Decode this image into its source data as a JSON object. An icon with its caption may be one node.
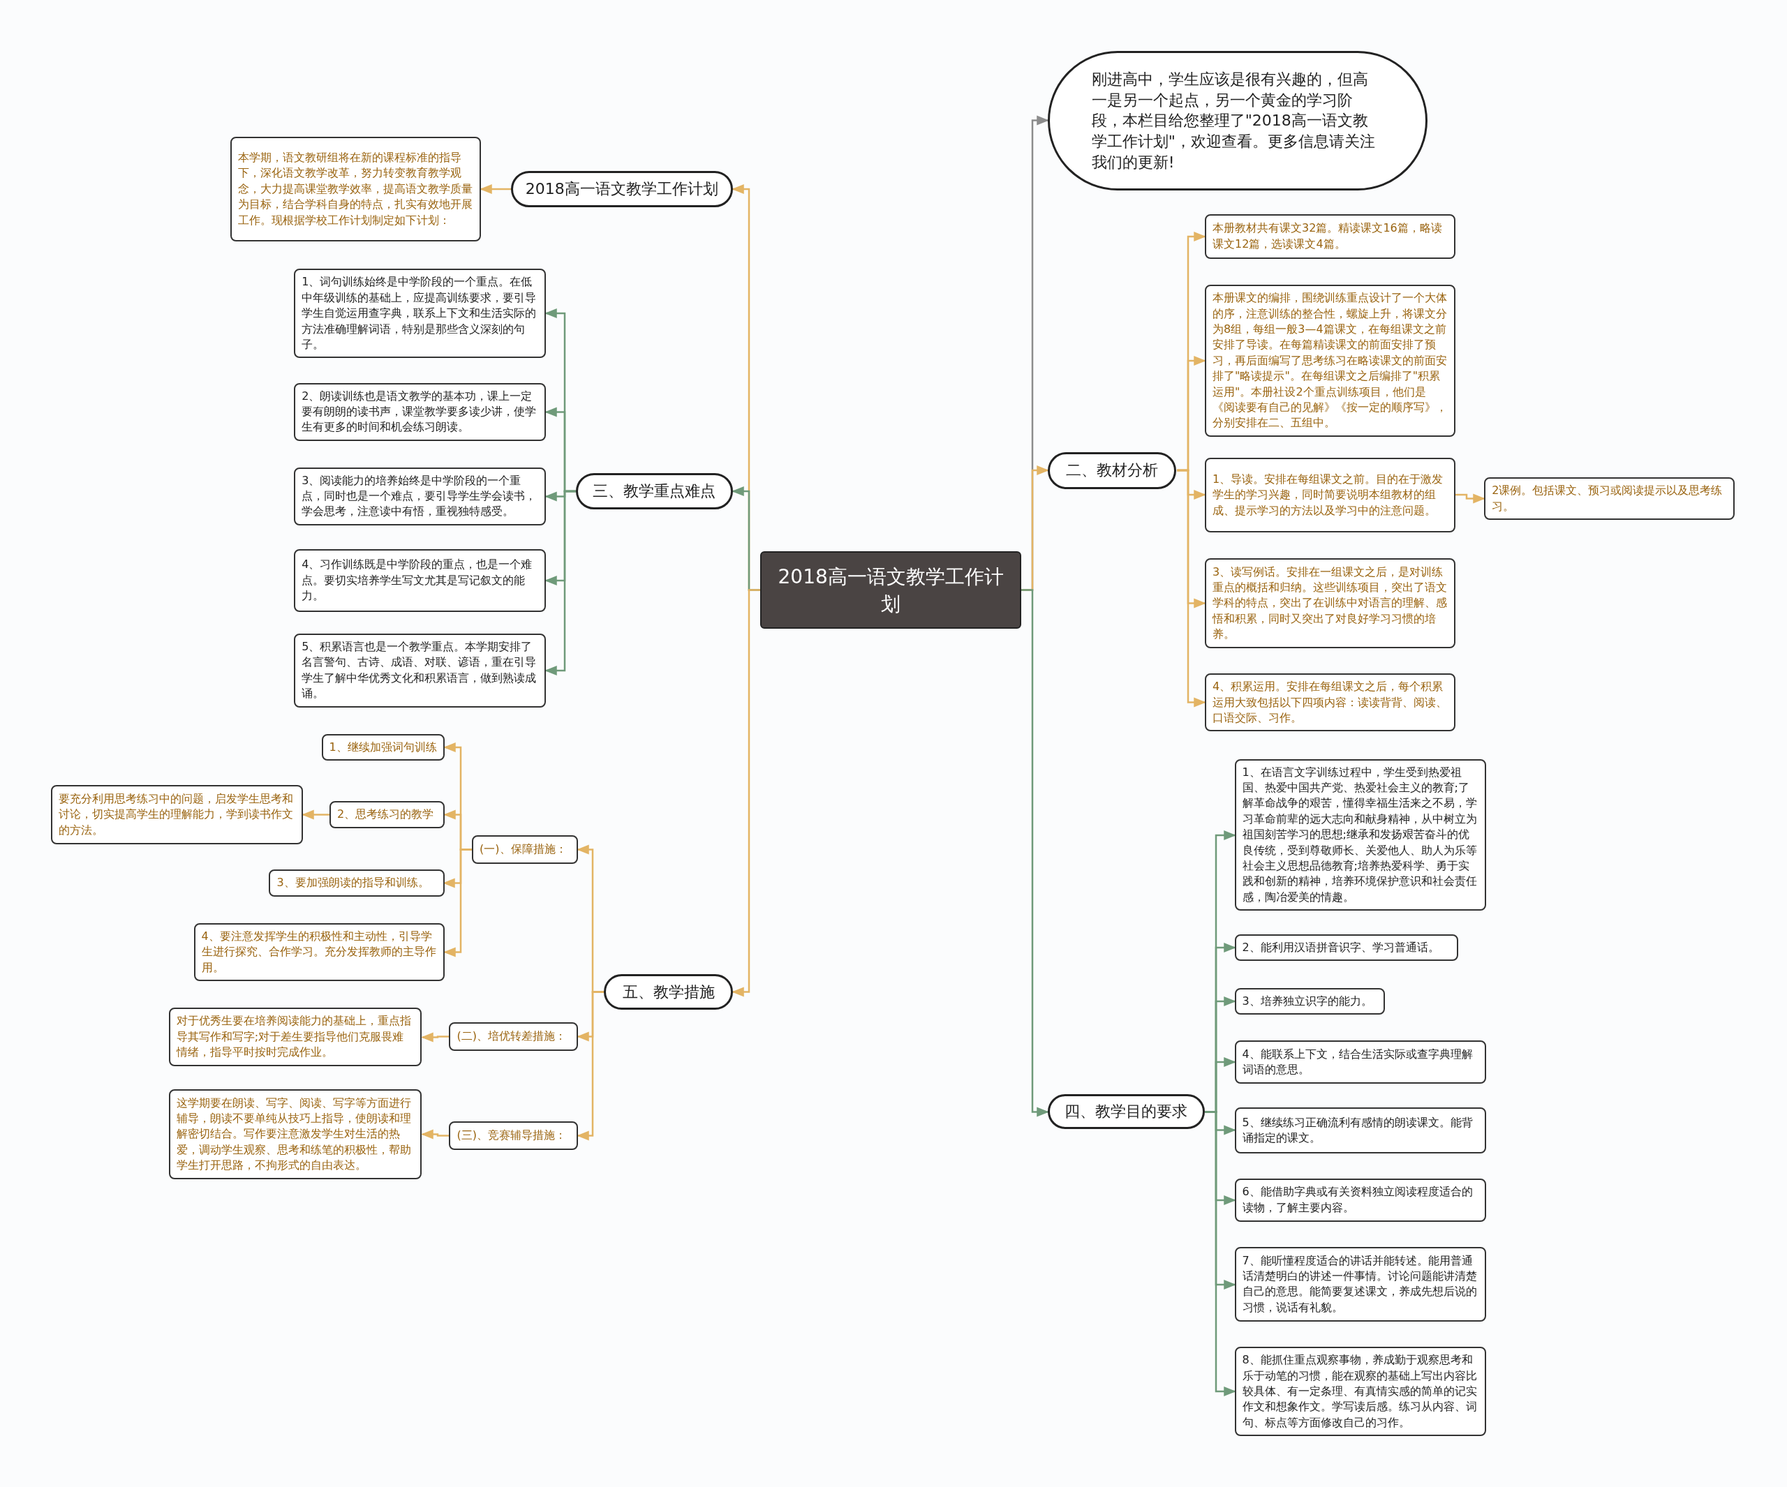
{
  "diagram": {
    "nodes": [
      {
        "text": [
          "2018高一语文教学工作计划"
        ]
      },
      {
        "text": [
          "刚进高中，学生应该是很有兴趣的，但高一是另一个起点，另一个黄金的学习阶段，本栏目给您整理了\"2018高一语文教学工作计划\"，欢迎查看。更多信息请关注我们的更新!"
        ]
      },
      {
        "text": [
          "2018高一语文教学工作计划"
        ]
      },
      {
        "text": [
          "本学期，语文教研组将在新的课程标准的指导下，深化语文教学改革，努力转变教育教学观念，大力提高课堂教学效率，提高语文教学质量为目标，结合学科自身的特点，扎实有效地开展工作。现根据学校工作计划制定如下计划："
        ]
      },
      {
        "text": [
          "三、教学重点难点"
        ]
      },
      {
        "text": [
          "1、词句训练始终是中学阶段的一个重点。在低中年级训练的基础上，应提高训练要求，要引导学生自觉运用查字典，联系上下文和生活实际的方法准确理解词语，特别是那些含义深刻的句子。"
        ]
      },
      {
        "text": [
          "2、朗读训练也是语文教学的基本功，课上一定要有朗朗的读书声，课堂教学要多读少讲，使学生有更多的时间和机会练习朗读。"
        ]
      },
      {
        "text": [
          "3、阅读能力的培养始终是中学阶段的一个重点，同时也是一个难点，要引导学生学会读书，学会思考，注意读中有悟，重视独特感受。"
        ]
      },
      {
        "text": [
          "4、习作训练既是中学阶段的重点，也是一个难点。要切实培养学生写文尤其是写记叙文的能力。"
        ]
      },
      {
        "text": [
          "5、积累语言也是一个教学重点。本学期安排了名言警句、古诗、成语、对联、谚语，重在引导学生了解中华优秀文化和积累语言，做到熟读成诵。"
        ]
      },
      {
        "text": [
          "五、教学措施"
        ]
      },
      {
        "text": [
          "(一)、保障措施："
        ]
      },
      {
        "text": [
          "1、继续加强词句训练"
        ]
      },
      {
        "text": [
          "2、思考练习的教学"
        ]
      },
      {
        "text": [
          "要充分利用思考练习中的问题，启发学生思考和讨论，切实提高学生的理解能力，学到读书作文的方法。"
        ]
      },
      {
        "text": [
          "3、要加强朗读的指导和训练。"
        ]
      },
      {
        "text": [
          "4、要注意发挥学生的积极性和主动性，引导学生进行探究、合作学习。充分发挥教师的主导作用。"
        ]
      },
      {
        "text": [
          "(二)、培优转差措施："
        ]
      },
      {
        "text": [
          "对于优秀生要在培养阅读能力的基础上，重点指导其写作和写字;对于差生要指导他们克服畏难情绪，指导平时按时完成作业。"
        ]
      },
      {
        "text": [
          "(三)、竞赛辅导措施："
        ]
      },
      {
        "text": [
          "这学期要在朗读、写字、阅读、写字等方面进行辅导，朗读不要单纯从技巧上指导，使朗读和理解密切结合。写作要注意激发学生对生活的热爱，调动学生观察、思考和练笔的积极性，帮助学生打开思路，不拘形式的自由表达。"
        ]
      },
      {
        "text": [
          "二、教材分析"
        ]
      },
      {
        "text": [
          "本册教材共有课文32篇。精读课文16篇，略读课文12篇，选读课文4篇。"
        ]
      },
      {
        "text": [
          "本册课文的编排，围绕训练重点设计了一个大体的序，注意训练的整合性，螺旋上升，将课文分为8组，每组一般3—4篇课文，在每组课文之前安排了导读。在每篇精读课文的前面安排了预习，再后面编写了思考练习在略读课文的前面安排了\"略读提示\"。在每组课文之后编排了\"积累运用\"。本册社设2个重点训练项目，他们是《阅读要有自己的见解》《按一定的顺序写》，分别安排在二、五组中。"
        ]
      },
      {
        "text": [
          "1、导读。安排在每组课文之前。目的在于激发学生的学习兴趣，同时简要说明本组教材的组成、提示学习的方法以及学习中的注意问题。"
        ]
      },
      {
        "text": [
          "2课例。包括课文、预习或阅读提示以及思考练习。"
        ]
      },
      {
        "text": [
          "3、读写例话。安排在一组课文之后，是对训练重点的概括和归纳。这些训练项目，突出了语文学科的特点，突出了在训练中对语言的理解、感悟和积累，同时又突出了对良好学习习惯的培养。"
        ]
      },
      {
        "text": [
          "4、积累运用。安排在每组课文之后，每个积累运用大致包括以下四项内容：读读背背、阅读、口语交际、习作。"
        ]
      },
      {
        "text": [
          "四、教学目的要求"
        ]
      },
      {
        "text": [
          "1、在语言文字训练过程中，学生受到热爱祖国、热爱中国共产党、热爱社会主义的教育;了解革命战争的艰苦，懂得幸福生活来之不易，学习革命前辈的远大志向和献身精神，从中树立为祖国刻苦学习的思想;继承和发扬艰苦奋斗的优良传统，受到尊敬师长、关爱他人、助人为乐等社会主义思想品德教育;培养热爱科学、勇于实践和创新的精神，培养环境保护意识和社会责任感，陶冶爱美的情趣。"
        ]
      },
      {
        "text": [
          "2、能利用汉语拼音识字、学习普通话。"
        ]
      },
      {
        "text": [
          "3、培养独立识字的能力。"
        ]
      },
      {
        "text": [
          "4、能联系上下文，结合生活实际或查字典理解词语的意思。"
        ]
      },
      {
        "text": [
          "5、继续练习正确流利有感情的朗读课文。能背诵指定的课文。"
        ]
      },
      {
        "text": [
          "6、能借助字典或有关资料独立阅读程度适合的读物，了解主要内容。"
        ]
      },
      {
        "text": [
          "7、能听懂程度适合的讲话并能转述。能用普通话清楚明白的讲述一件事情。讨论问题能讲清楚自己的意思。能简要复述课文，养成先想后说的习惯，说话有礼貌。"
        ]
      },
      {
        "text": [
          "8、能抓住重点观察事物，养成勤于观察思考和乐于动笔的习惯，能在观察的基础上写出内容比较具体、有一定条理、有真情实感的简单的记实作文和想象作文。学写读后感。练习从内容、词句、标点等方面修改自己的习作。"
        ]
      }
    ],
    "edges": [
      {
        "from": 0,
        "to": 1,
        "arrow": "to",
        "color": "#8c8c8c"
      },
      {
        "from": 0,
        "to": 2,
        "arrow": "to"
      },
      {
        "from": 2,
        "to": 3,
        "arrow": "to"
      },
      {
        "from": 0,
        "to": 4,
        "arrow": "to",
        "color": "#6f9a7a"
      },
      {
        "from": 4,
        "to": 5,
        "arrow": "to",
        "color": "#6f9a7a"
      },
      {
        "from": 4,
        "to": 6,
        "arrow": "to",
        "color": "#6f9a7a"
      },
      {
        "from": 4,
        "to": 7,
        "arrow": "to",
        "color": "#6f9a7a"
      },
      {
        "from": 4,
        "to": 8,
        "arrow": "to",
        "color": "#6f9a7a"
      },
      {
        "from": 4,
        "to": 9,
        "arrow": "to",
        "color": "#6f9a7a"
      },
      {
        "from": 0,
        "to": 10,
        "arrow": "to"
      },
      {
        "from": 10,
        "to": 11,
        "arrow": "to"
      },
      {
        "from": 11,
        "to": 12,
        "arrow": "to"
      },
      {
        "from": 11,
        "to": 13,
        "arrow": "to"
      },
      {
        "from": 13,
        "to": 14,
        "arrow": "to"
      },
      {
        "from": 11,
        "to": 15,
        "arrow": "to"
      },
      {
        "from": 11,
        "to": 16,
        "arrow": "to"
      },
      {
        "from": 10,
        "to": 17,
        "arrow": "to"
      },
      {
        "from": 17,
        "to": 18,
        "arrow": "to"
      },
      {
        "from": 10,
        "to": 19,
        "arrow": "to"
      },
      {
        "from": 19,
        "to": 20,
        "arrow": "to"
      },
      {
        "from": 0,
        "to": 21,
        "arrow": "to"
      },
      {
        "from": 21,
        "to": 22,
        "arrow": "to"
      },
      {
        "from": 21,
        "to": 23,
        "arrow": "to"
      },
      {
        "from": 21,
        "to": 24,
        "arrow": "to"
      },
      {
        "from": 24,
        "to": 25,
        "arrow": "to"
      },
      {
        "from": 21,
        "to": 26,
        "arrow": "to"
      },
      {
        "from": 21,
        "to": 27,
        "arrow": "to"
      },
      {
        "from": 0,
        "to": 28,
        "arrow": "to",
        "color": "#6f9a7a"
      },
      {
        "from": 28,
        "to": 29,
        "arrow": "to",
        "color": "#6f9a7a"
      },
      {
        "from": 28,
        "to": 30,
        "arrow": "to",
        "color": "#6f9a7a"
      },
      {
        "from": 28,
        "to": 31,
        "arrow": "to",
        "color": "#6f9a7a"
      },
      {
        "from": 28,
        "to": 32,
        "arrow": "to",
        "color": "#6f9a7a"
      },
      {
        "from": 28,
        "to": 33,
        "arrow": "to",
        "color": "#6f9a7a"
      },
      {
        "from": 28,
        "to": 34,
        "arrow": "to",
        "color": "#6f9a7a"
      },
      {
        "from": 28,
        "to": 35,
        "arrow": "to",
        "color": "#6f9a7a"
      },
      {
        "from": 28,
        "to": 36,
        "arrow": "to",
        "color": "#6f9a7a"
      }
    ]
  }
}
